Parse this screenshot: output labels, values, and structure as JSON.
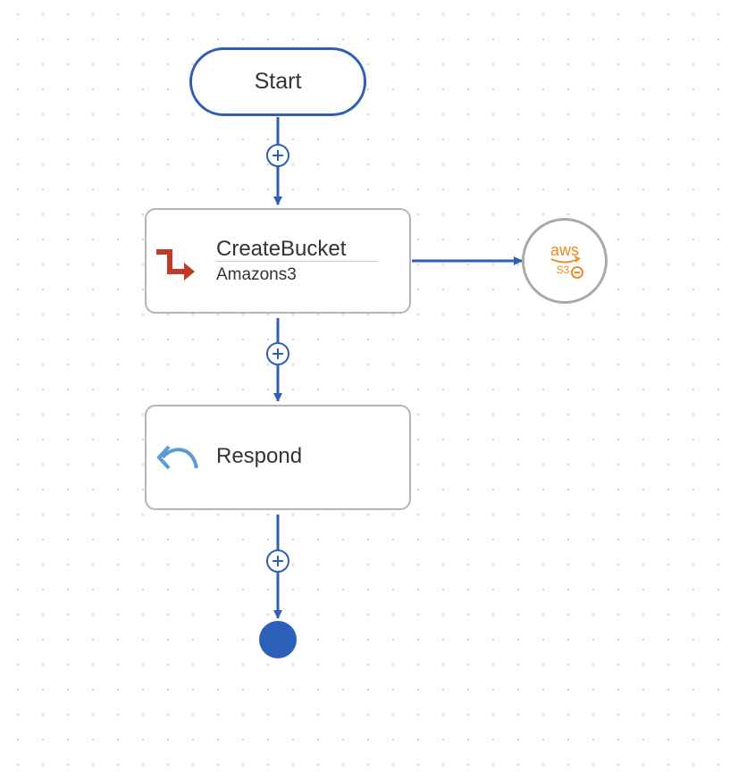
{
  "flow": {
    "start": {
      "label": "Start"
    },
    "steps": [
      {
        "title": "CreateBucket",
        "subtitle": "Amazons3",
        "icon": "invoke-arrow-icon",
        "icon_color": "#c0392b"
      },
      {
        "title": "Respond",
        "icon": "respond-arrow-icon",
        "icon_color": "#5b9bd5"
      }
    ],
    "service": {
      "icon": "aws-s3-logo-icon",
      "logo_text": "aws",
      "logo_subtext": "S3",
      "logo_color": "#f08a24"
    },
    "end": {
      "icon": "end-circle-icon"
    }
  },
  "colors": {
    "connector": "#2d5fb3",
    "node_border": "#b5b5b5",
    "text": "#333333"
  }
}
